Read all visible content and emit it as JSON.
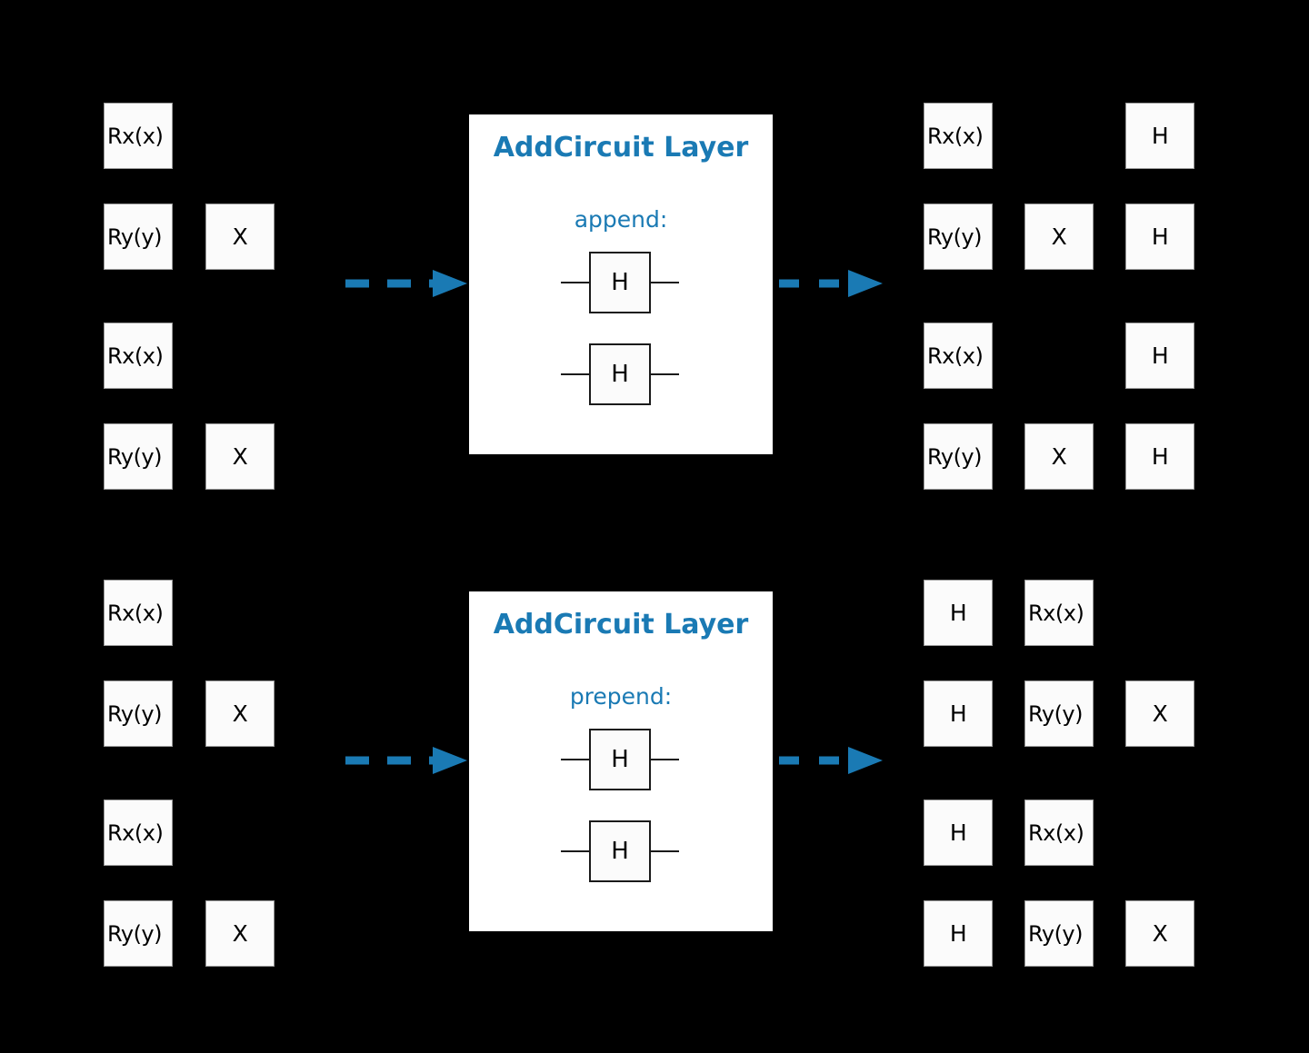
{
  "diagram": {
    "title": "AddCircuit Layer transformation diagram",
    "background_color": "#000000",
    "accent_color": "#1a7ab4",
    "gate_fill": "#fbfbfb",
    "gate_text_color": "#000000"
  },
  "rows": [
    {
      "id": "q0"
    },
    {
      "id": "q1"
    },
    {
      "id": "q2"
    },
    {
      "id": "q3"
    }
  ],
  "sections": [
    {
      "id": "append-example",
      "input_circuit": {
        "name": "input-circuit-append",
        "rows": [
          {
            "gates": [
              "Rx(x)"
            ]
          },
          {
            "gates": [
              "Ry(y)",
              "X"
            ]
          },
          {
            "gates": [
              "Rx(x)"
            ]
          },
          {
            "gates": [
              "Ry(y)",
              "X"
            ]
          }
        ]
      },
      "layer": {
        "title": "AddCircuit Layer",
        "mode_label": "append:",
        "subcircuit_gates": [
          "H",
          "H"
        ]
      },
      "output_circuit": {
        "name": "output-circuit-append",
        "rows": [
          {
            "gates": [
              "Rx(x)",
              "",
              "H"
            ]
          },
          {
            "gates": [
              "Ry(y)",
              "X",
              "H"
            ]
          },
          {
            "gates": [
              "Rx(x)",
              "",
              "H"
            ]
          },
          {
            "gates": [
              "Ry(y)",
              "X",
              "H"
            ]
          }
        ]
      },
      "arrow_in": {
        "name": "arrow-into-layer-append",
        "style": "dashed",
        "color": "#1a7ab4"
      },
      "arrow_out": {
        "name": "arrow-out-of-layer-append",
        "style": "dashed",
        "color": "#1a7ab4"
      }
    },
    {
      "id": "prepend-example",
      "input_circuit": {
        "name": "input-circuit-prepend",
        "rows": [
          {
            "gates": [
              "Rx(x)"
            ]
          },
          {
            "gates": [
              "Ry(y)",
              "X"
            ]
          },
          {
            "gates": [
              "Rx(x)"
            ]
          },
          {
            "gates": [
              "Ry(y)",
              "X"
            ]
          }
        ]
      },
      "layer": {
        "title": "AddCircuit Layer",
        "mode_label": "prepend:",
        "subcircuit_gates": [
          "H",
          "H"
        ]
      },
      "output_circuit": {
        "name": "output-circuit-prepend",
        "rows": [
          {
            "gates": [
              "H",
              "Rx(x)",
              ""
            ]
          },
          {
            "gates": [
              "H",
              "Ry(y)",
              "X"
            ]
          },
          {
            "gates": [
              "H",
              "Rx(x)",
              ""
            ]
          },
          {
            "gates": [
              "H",
              "Ry(y)",
              "X"
            ]
          }
        ]
      },
      "arrow_in": {
        "name": "arrow-into-layer-prepend",
        "style": "dashed",
        "color": "#1a7ab4"
      },
      "arrow_out": {
        "name": "arrow-out-of-layer-prepend",
        "style": "dashed",
        "color": "#1a7ab4"
      }
    }
  ]
}
